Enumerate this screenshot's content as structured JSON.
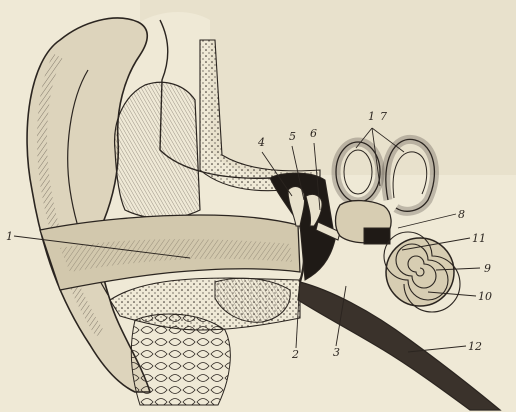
{
  "diagram": {
    "labels": [
      {
        "id": "label-1-left",
        "text": "1"
      },
      {
        "id": "label-1-top",
        "text": "1"
      },
      {
        "id": "label-2",
        "text": "2"
      },
      {
        "id": "label-3",
        "text": "3"
      },
      {
        "id": "label-4",
        "text": "4"
      },
      {
        "id": "label-5",
        "text": "5"
      },
      {
        "id": "label-6",
        "text": "6"
      },
      {
        "id": "label-7",
        "text": "7"
      },
      {
        "id": "label-8",
        "text": "8"
      },
      {
        "id": "label-9",
        "text": "9"
      },
      {
        "id": "label-10",
        "text": "10"
      },
      {
        "id": "label-11",
        "text": "11"
      },
      {
        "id": "label-12",
        "text": "12"
      }
    ]
  }
}
